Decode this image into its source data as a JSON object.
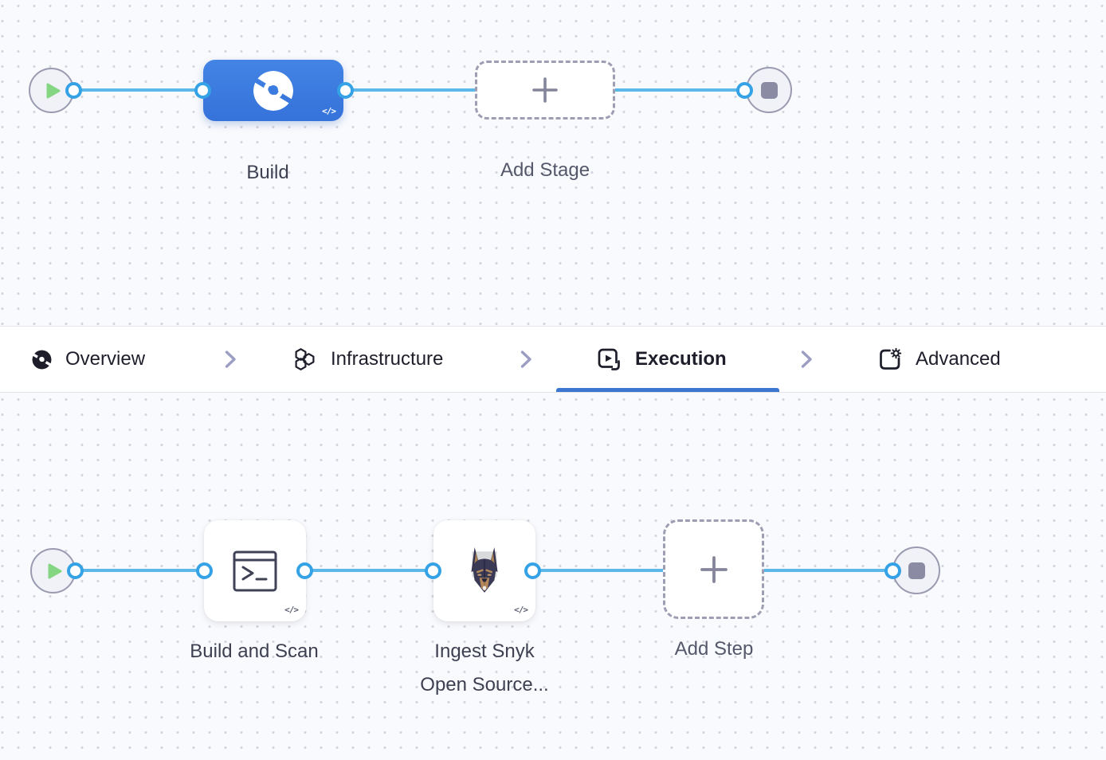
{
  "app_context": "pipeline-studio-canvas",
  "colors": {
    "stage_blue": "#3c7de0",
    "connector_blue": "#5db8ea",
    "connection_ring_blue": "#35a2e6",
    "play_green": "#84d682",
    "end_marker_gray": "#8b8ca4",
    "active_tab_underline": "#3b76d0",
    "label_dark": "#3e4052",
    "label_gray": "#55576b"
  },
  "stage_pipeline": {
    "stage": {
      "label": "Build",
      "icon": "ci-build-icon",
      "code_glyph": "</>"
    },
    "add_stage": {
      "label": "Add Stage",
      "icon": "plus-icon"
    }
  },
  "tab_bar": {
    "items": [
      {
        "label": "Overview",
        "icon": "overview-icon",
        "active": false
      },
      {
        "label": "Infrastructure",
        "icon": "infrastructure-icon",
        "active": false
      },
      {
        "label": "Execution",
        "icon": "execution-icon",
        "active": true
      },
      {
        "label": "Advanced",
        "icon": "advanced-icon",
        "active": false
      }
    ]
  },
  "step_pipeline": {
    "steps": [
      {
        "label": "Build and Scan",
        "icon": "terminal-icon",
        "code_glyph": "</>"
      },
      {
        "label_line1": "Ingest Snyk",
        "label_line2": "Open Source...",
        "icon": "snyk-dog-icon",
        "code_glyph": "</>"
      }
    ],
    "add_step": {
      "label": "Add Step",
      "icon": "plus-icon"
    }
  }
}
